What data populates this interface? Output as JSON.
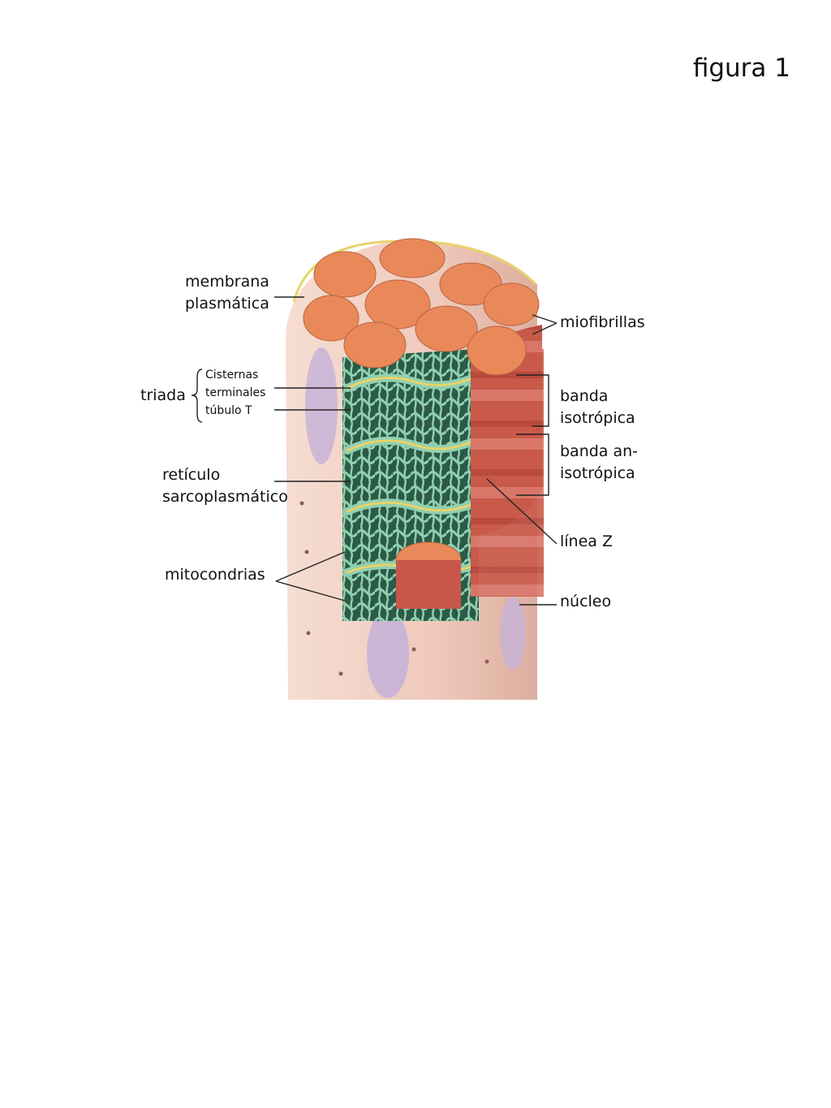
{
  "figure": {
    "title": "figura 1"
  },
  "labels": {
    "membrana": [
      "membrana",
      "plasmática"
    ],
    "triada": "triada",
    "cisternas": "Cisternas",
    "terminales": "terminales",
    "tubulo": "túbulo T",
    "reticulo": [
      "retículo",
      "sarcoplasmático"
    ],
    "mitocondrias": "mitocondrias",
    "miofibrillas": "miofibrillas",
    "banda_iso": [
      "banda",
      "isotrópica"
    ],
    "banda_aniso": [
      "banda an-",
      "isotrópica"
    ],
    "linea_z": "línea Z",
    "nucleo": "núcleo"
  },
  "colors": {
    "fiber": "#efc9bb",
    "fiber_shadow": "#d9a99a",
    "myofibril_top": "#e9895a",
    "myofibril_side": "#c8574a",
    "reticulum": "#7fbfa0",
    "reticulum_dark": "#2f6e55",
    "t_tubule": "#e8d36a",
    "nucleus": "#c7b3d8"
  }
}
